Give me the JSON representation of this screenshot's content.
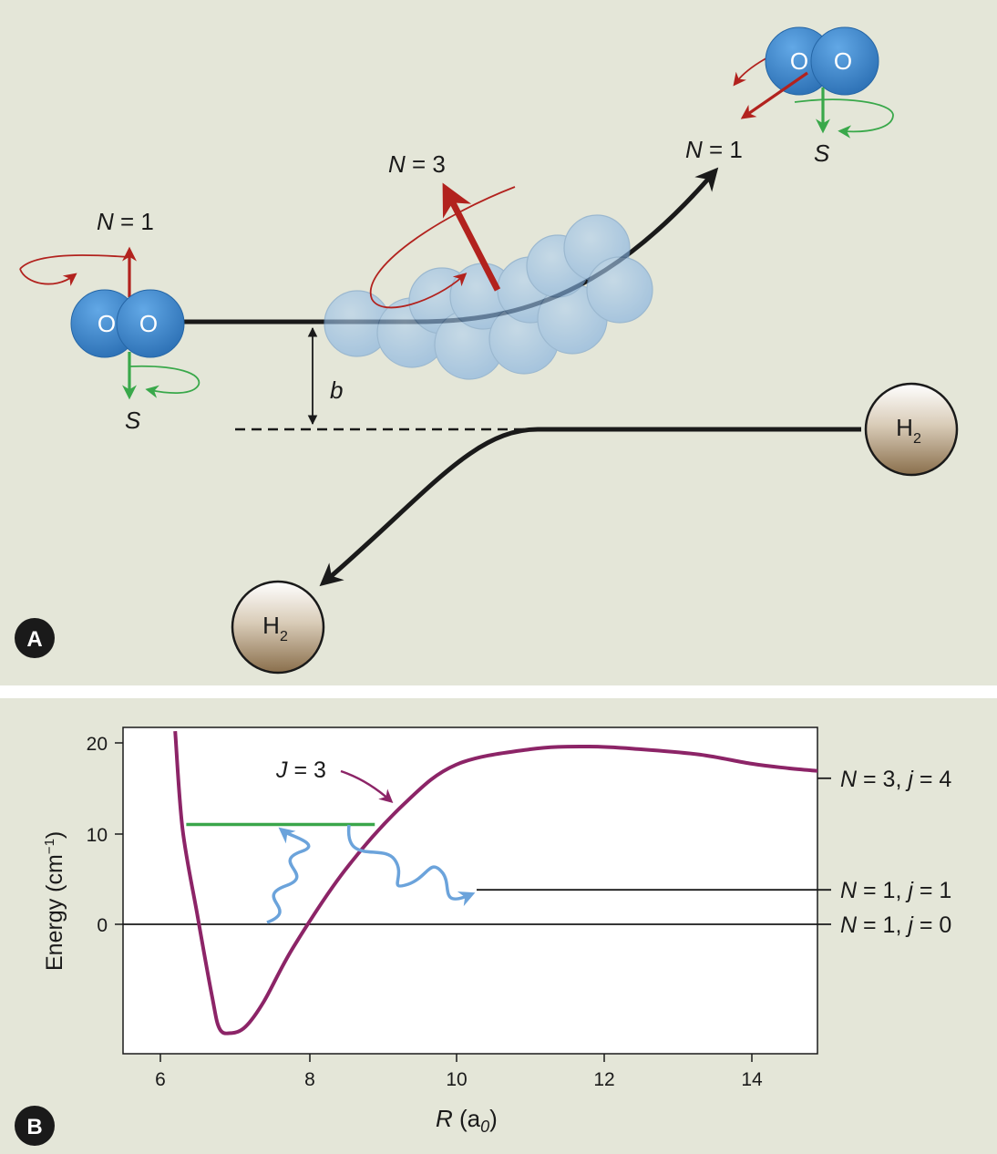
{
  "panel_a": {
    "panel_letter": "A",
    "o2_incoming": {
      "atom1": "O",
      "atom2": "O",
      "rotation_label_N": "N",
      "rotation_value": " = 1",
      "spin_label": "S"
    },
    "complex_label_N": "N",
    "complex_value": " = 3",
    "o2_outgoing": {
      "atom1": "O",
      "atom2": "O",
      "rotation_label_N": "N",
      "rotation_value": " = 1",
      "spin_label": "S"
    },
    "impact_parameter_label": "b",
    "h2_incoming": {
      "symbol": "H",
      "subscript": "2"
    },
    "h2_outgoing": {
      "symbol": "H",
      "subscript": "2"
    },
    "colors": {
      "o2_blue": "#3d84c6",
      "rotation_red": "#b2221e",
      "spin_green": "#39a84a",
      "h2_brown": "#9a8060"
    }
  },
  "panel_b": {
    "panel_letter": "B",
    "chart_data": {
      "type": "line",
      "xlabel": "R (a0)",
      "ylabel": "Energy (cm−1)",
      "xlim": [
        5.5,
        14.9
      ],
      "ylim": [
        -13.5,
        21.5
      ],
      "xticks": [
        "6",
        "8",
        "10",
        "12",
        "14"
      ],
      "yticks": [
        "0",
        "10",
        "20"
      ],
      "series": [
        {
          "x": [
            6.2,
            6.3,
            6.5,
            6.7,
            6.8,
            6.95,
            7.15,
            7.4,
            7.8,
            8.5,
            9.3,
            10.0,
            11.0,
            11.8,
            12.5,
            13.3,
            14.0,
            14.5,
            14.9
          ],
          "y": [
            21.3,
            10.5,
            1.0,
            -8.0,
            -11.5,
            -12.0,
            -11.3,
            -8.5,
            -2.5,
            6.0,
            13.3,
            17.6,
            19.3,
            19.6,
            19.3,
            18.7,
            17.7,
            17.2,
            16.9
          ]
        }
      ],
      "resonance_level": {
        "label": "J = 3",
        "energy": 11,
        "x_start": 6.35,
        "x_end": 8.9
      },
      "asymptotes": [
        {
          "label": "N = 3, j = 4",
          "energy": 16.1
        },
        {
          "label": "N = 1, j = 1",
          "energy": 3.8
        },
        {
          "label": "N = 1, j = 0",
          "energy": 0
        }
      ],
      "colors": {
        "curve": "#8c2467",
        "level": "#3aa64a",
        "photon": "#6ba3db"
      }
    },
    "labels": {
      "xlabel_R": "R",
      "xlabel_unit_open": " (a",
      "xlabel_unit_sub": "0",
      "xlabel_unit_close": ")",
      "ylabel_main": "Energy (cm",
      "ylabel_sup": "−1",
      "ylabel_close": ")",
      "resonance_J": "J",
      "resonance_value": " = 3",
      "asym1_N": "N",
      "asym1_mid": " = 3, ",
      "asym1_j": "j",
      "asym1_end": " = 4",
      "asym2_N": "N",
      "asym2_mid": " = 1, ",
      "asym2_j": "j",
      "asym2_end": " = 1",
      "asym3_N": "N",
      "asym3_mid": " = 1, ",
      "asym3_j": "j",
      "asym3_end": " = 0"
    }
  }
}
